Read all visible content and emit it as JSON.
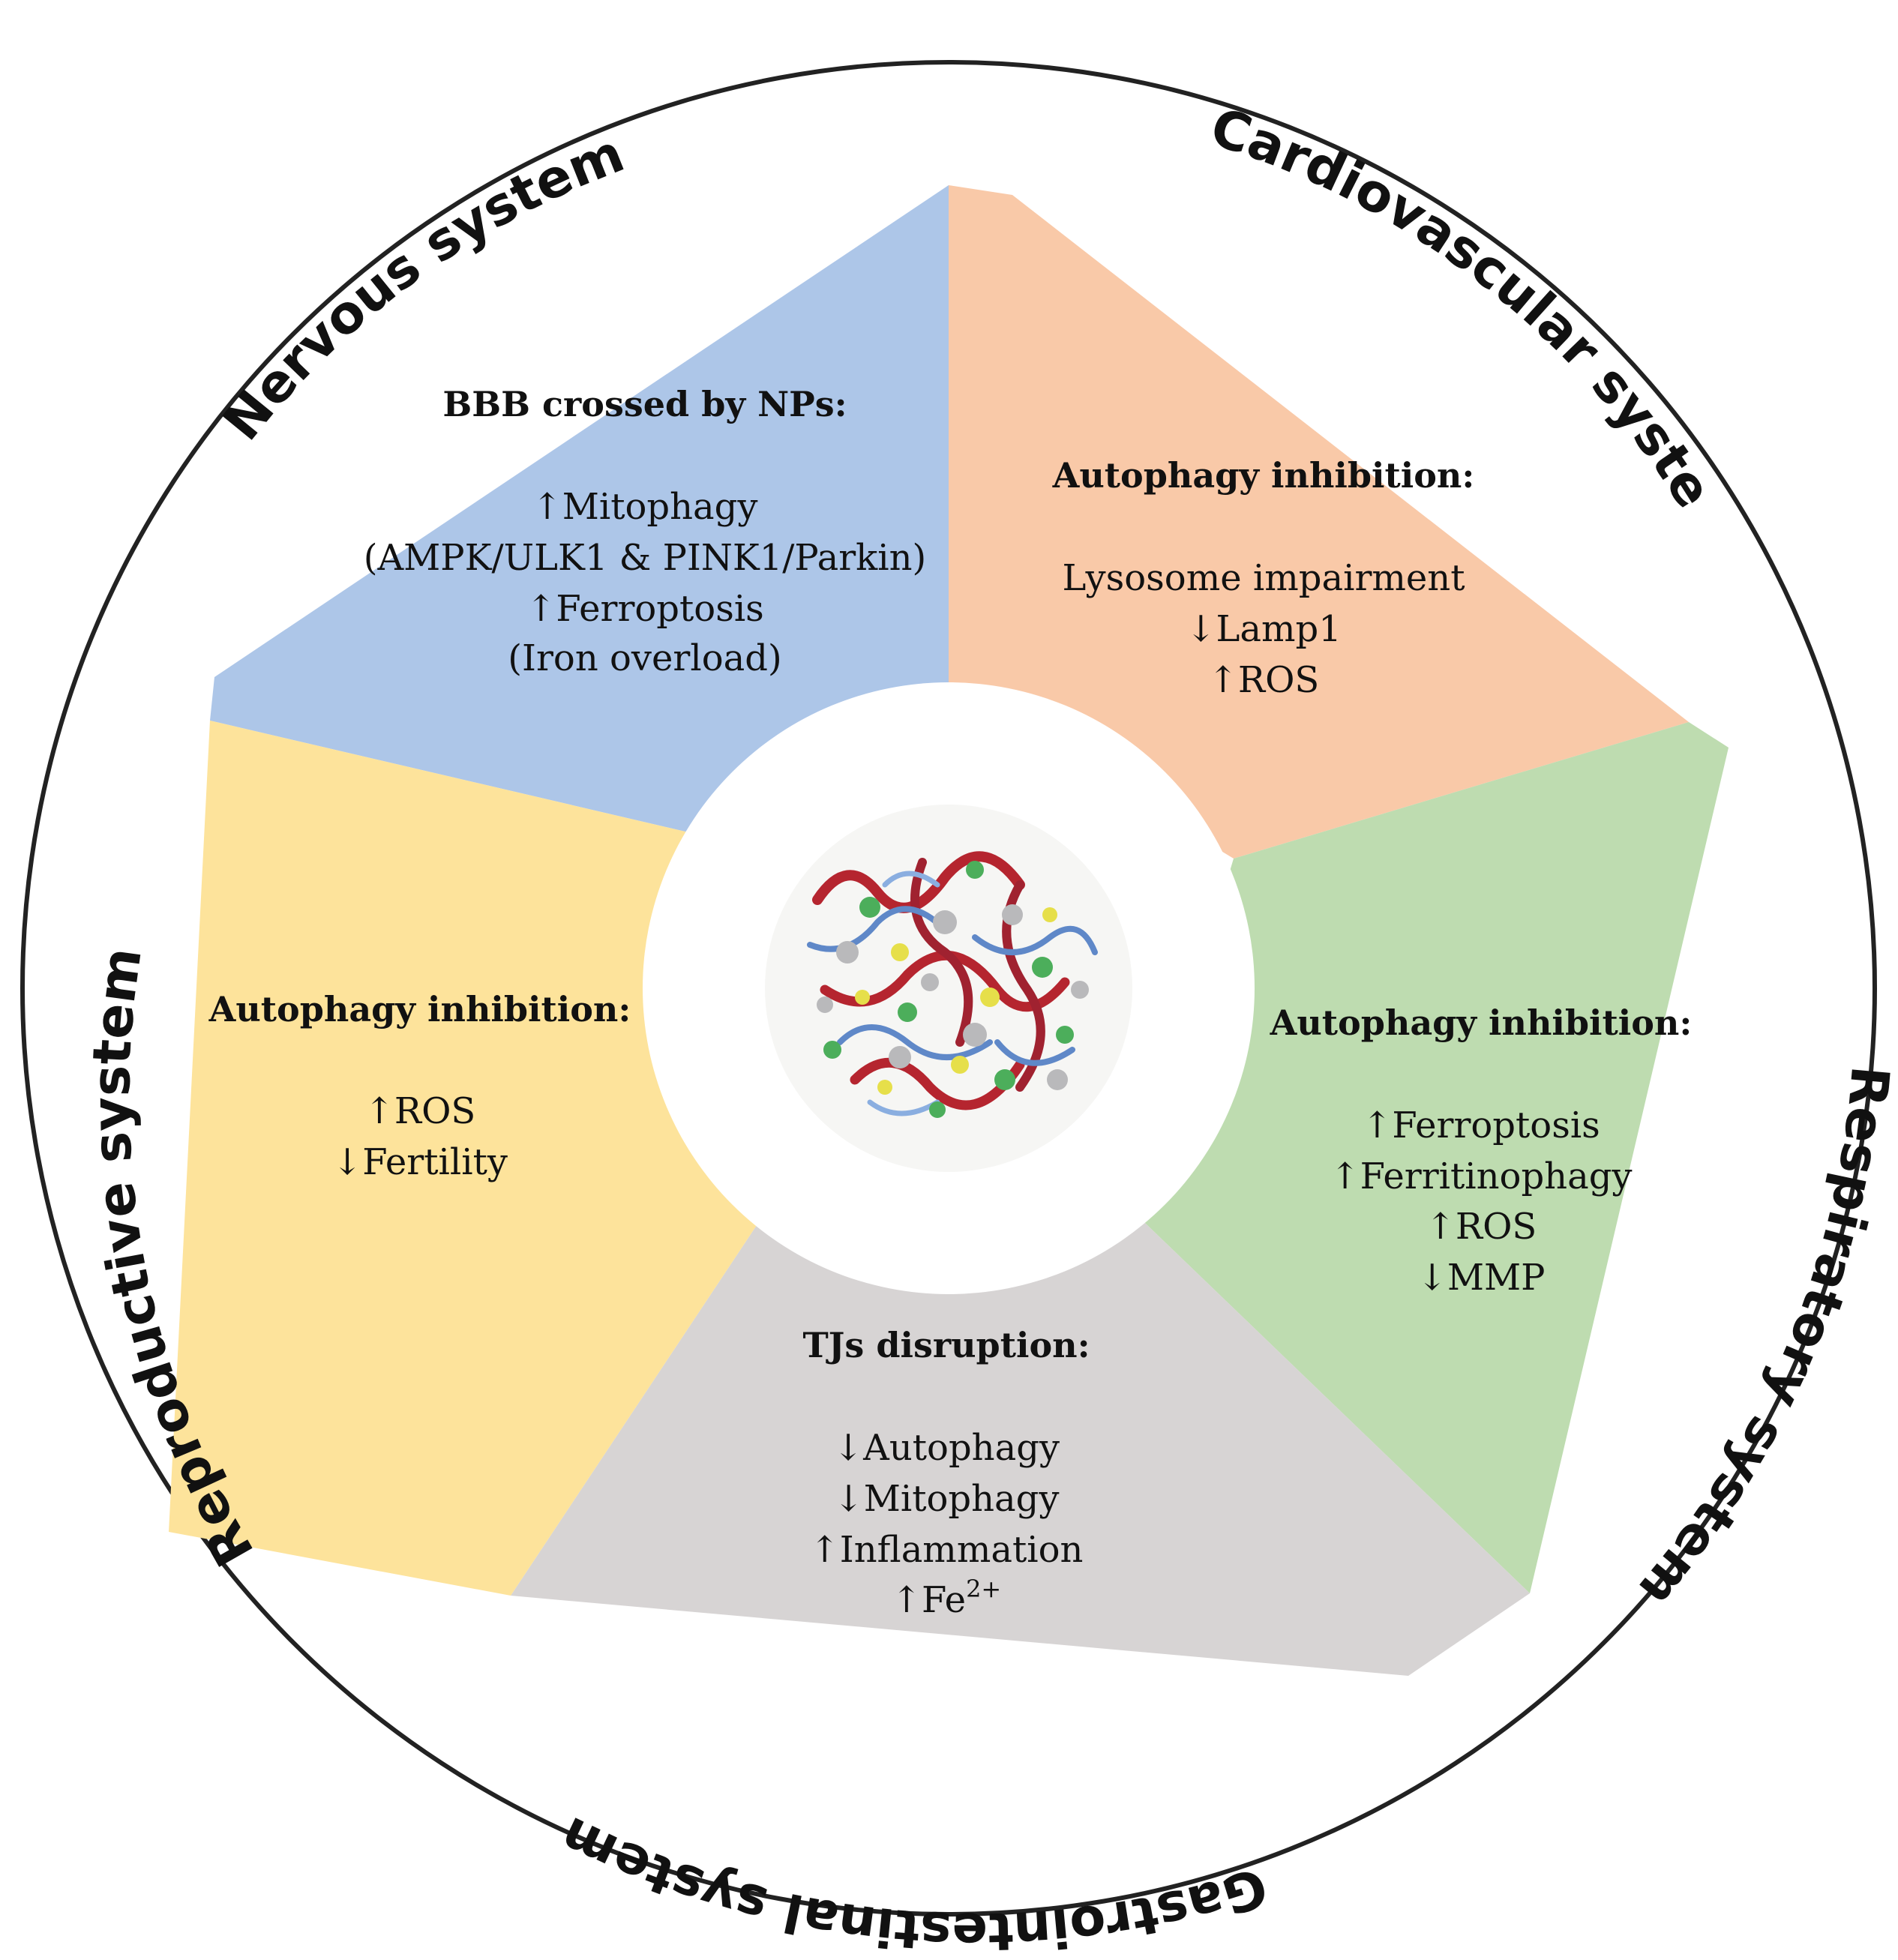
{
  "segments": [
    {
      "id": "nervous",
      "system": "Nervous system",
      "color": "#adc6e8",
      "heading": "BBB crossed by NPs:",
      "lines": [
        "↑Mitophagy",
        "(AMPK/ULK1 & PINK1/Parkin)",
        "↑Ferroptosis",
        "(Iron overload)"
      ]
    },
    {
      "id": "cardiovascular",
      "system": "Cardiovascular system",
      "color": "#f9c9a8",
      "heading": "Autophagy inhibition:",
      "lines": [
        "Lysosome impairment",
        "↓Lamp1",
        "↑ROS"
      ]
    },
    {
      "id": "respiratory",
      "system": "Respiratory system",
      "color": "#bedcb0",
      "heading": "Autophagy inhibition:",
      "lines": [
        "↑Ferroptosis",
        "↑Ferritinophagy",
        "↑ROS",
        "↓MMP"
      ]
    },
    {
      "id": "gastrointestinal",
      "system": "Gastrointestinal system",
      "color": "#d7d4d4",
      "heading": "TJs disruption:",
      "lines": [
        "↓Autophagy",
        "↓Mitophagy",
        "↑Inflammation"
      ],
      "last_line": {
        "base": "↑Fe",
        "sup": "2+"
      }
    },
    {
      "id": "reproductive",
      "system": "Reproductive system",
      "color": "#fde39b",
      "heading": "Autophagy inhibition:",
      "lines": [
        "↑ROS",
        "↓Fertility"
      ]
    }
  ],
  "center_icon": "nanoparticle-cluster-icon"
}
